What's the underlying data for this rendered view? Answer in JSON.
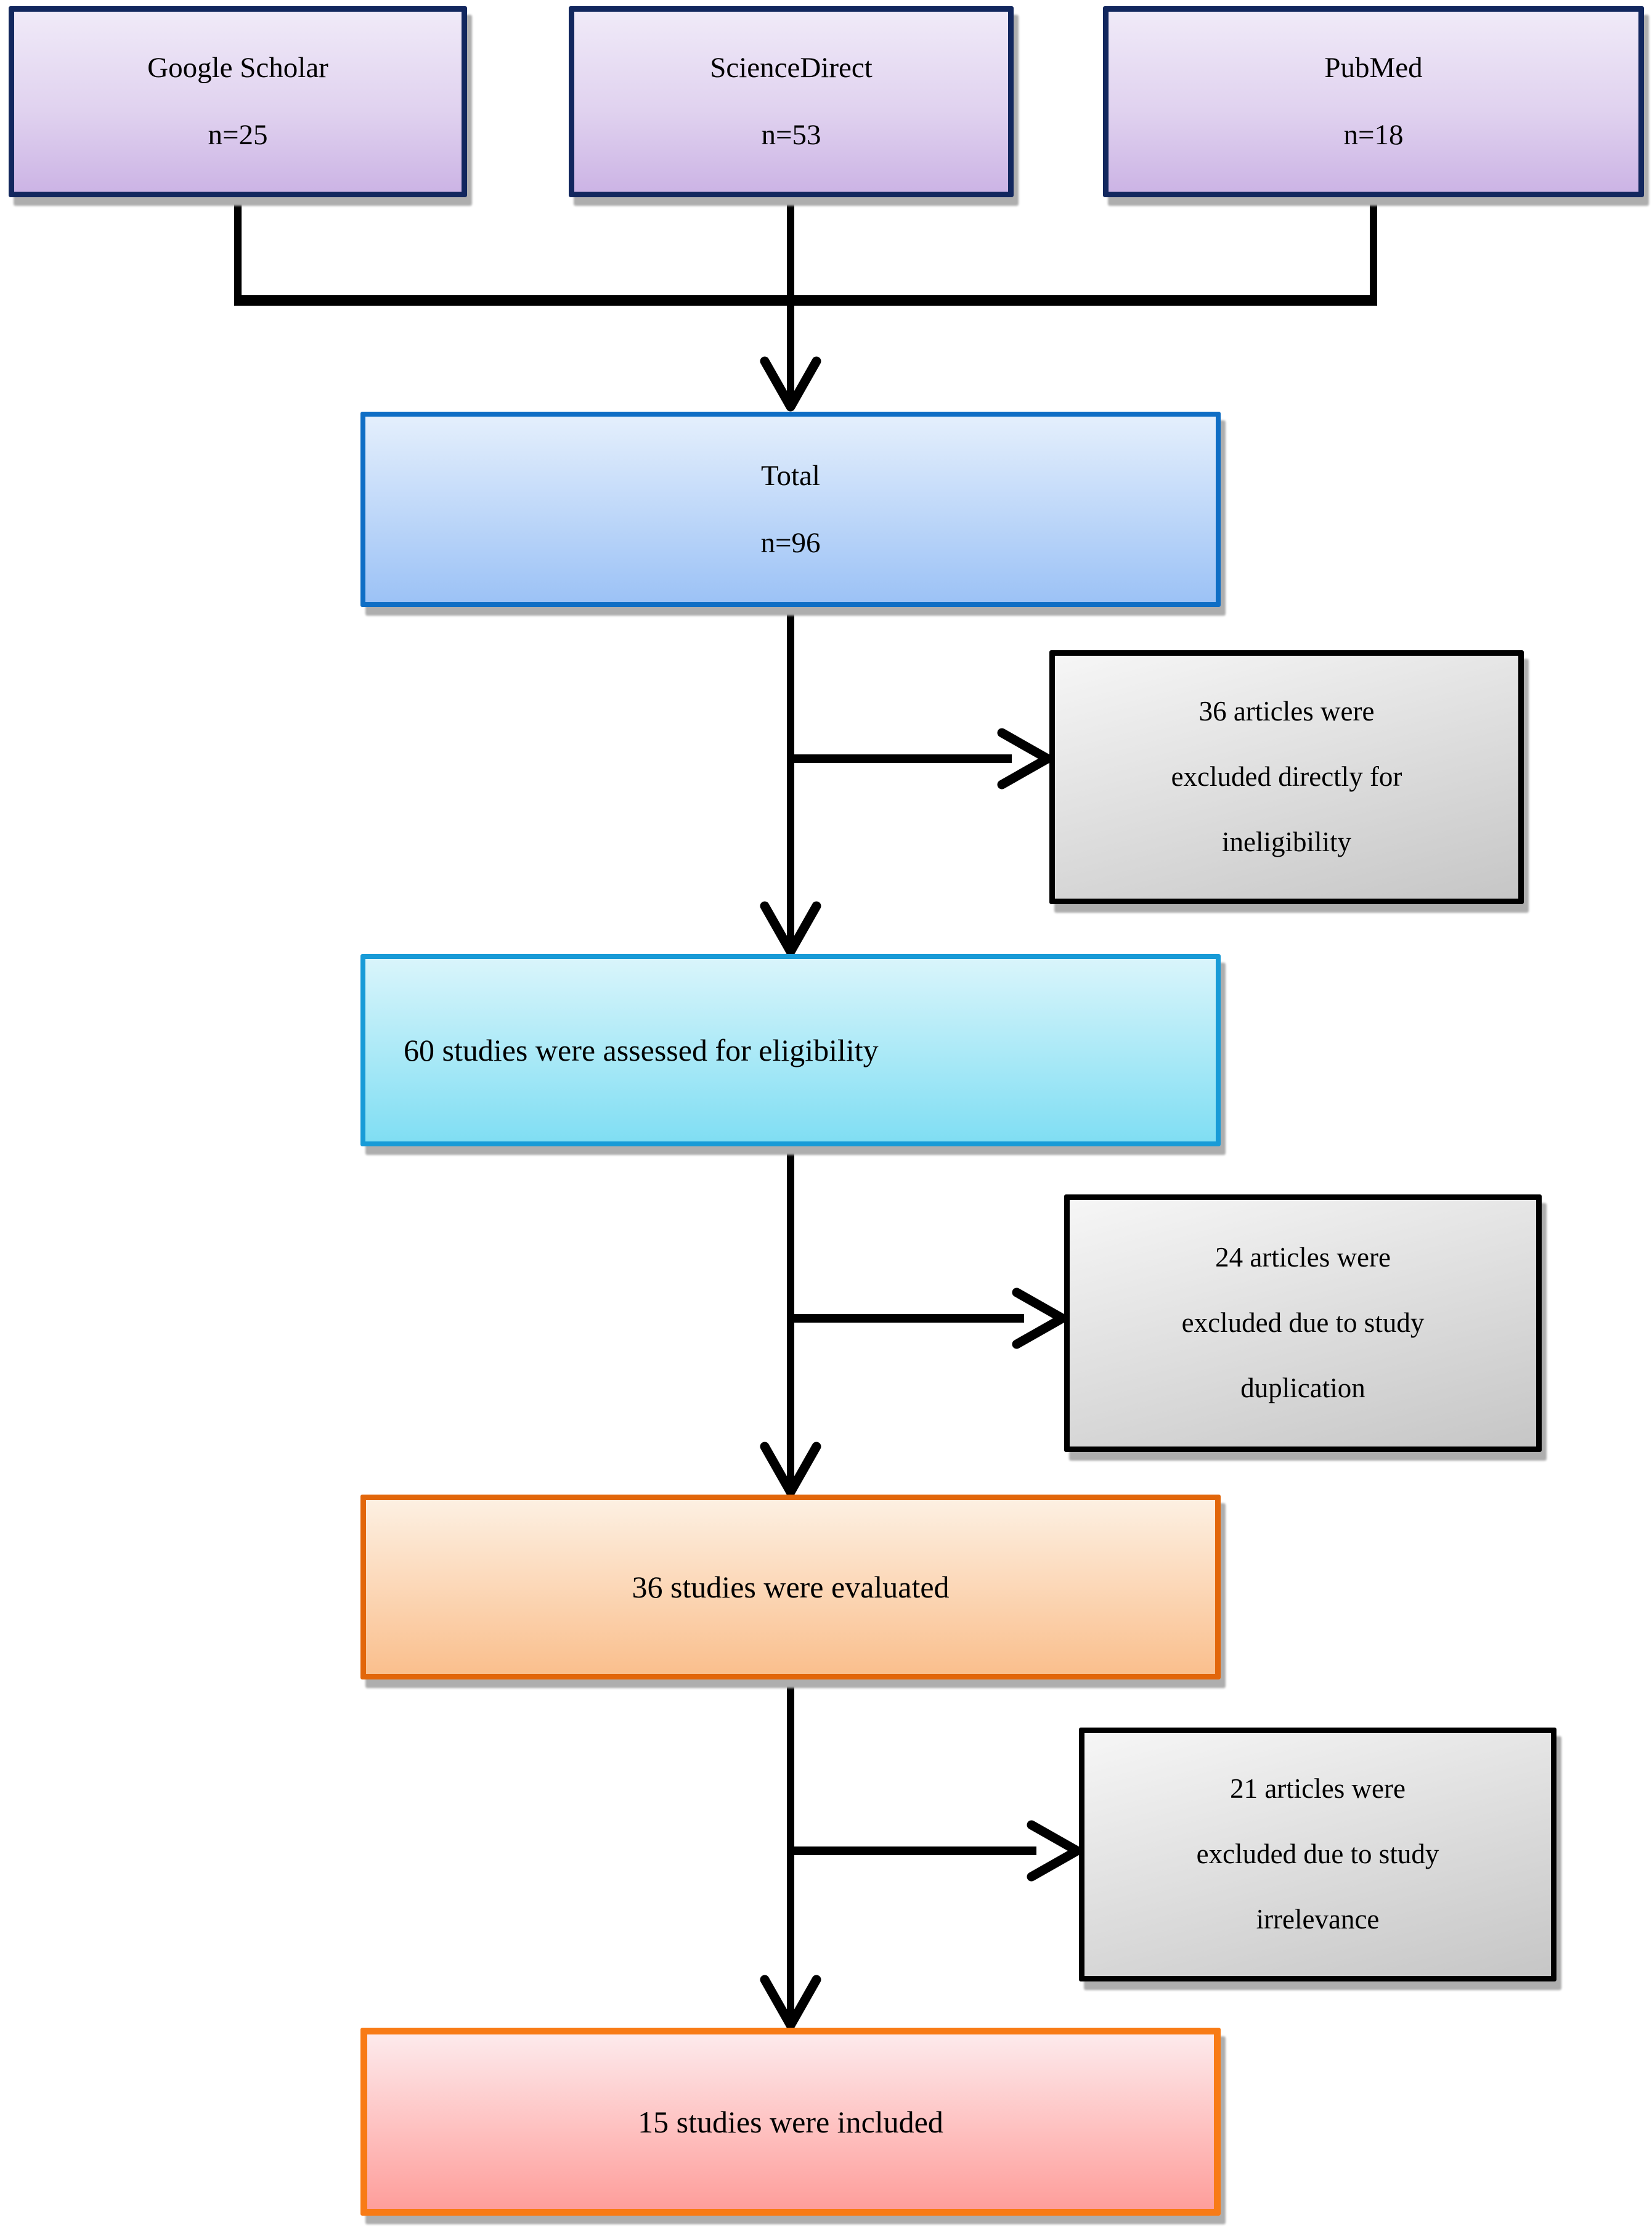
{
  "diagram": {
    "sources": [
      {
        "label": "Google Scholar",
        "count": "n=25"
      },
      {
        "label": "ScienceDirect",
        "count": "n=53"
      },
      {
        "label": "PubMed",
        "count": "n=18"
      }
    ],
    "total": {
      "label": "Total",
      "count": "n=96"
    },
    "eligibility": {
      "label": "60 studies were assessed for eligibility"
    },
    "evaluated": {
      "label": "36 studies were evaluated"
    },
    "included": {
      "label": "15 studies were included"
    },
    "exclusions": [
      {
        "lines": [
          "36 articles were",
          "excluded directly for",
          "ineligibility"
        ]
      },
      {
        "lines": [
          "24 articles were",
          "excluded due to study",
          "duplication"
        ]
      },
      {
        "lines": [
          "21 articles were",
          "excluded due to study",
          "irrelevance"
        ]
      }
    ],
    "colors": {
      "source_border": "#12275e",
      "source_fill_top": "#f0eaf8",
      "source_fill_bottom": "#ccb4e5",
      "total_border": "#0f6ec5",
      "total_fill_top": "#e4effc",
      "total_fill_bottom": "#9cc2f6",
      "eligibility_border": "#189bd7",
      "eligibility_fill_top": "#d9f5fb",
      "eligibility_fill_bottom": "#80def3",
      "evaluated_border": "#e2660a",
      "evaluated_fill_top": "#fdf0e2",
      "evaluated_fill_bottom": "#fabf8d",
      "included_border": "#f87b16",
      "included_fill_top": "#fdeaec",
      "included_fill_bottom": "#fe9e9b",
      "exclusion_border": "#000000",
      "exclusion_fill_top": "#f6f6f6",
      "exclusion_fill_bottom": "#c6c6c6",
      "connector": "#000000",
      "shadow": "#aeaeae"
    }
  }
}
